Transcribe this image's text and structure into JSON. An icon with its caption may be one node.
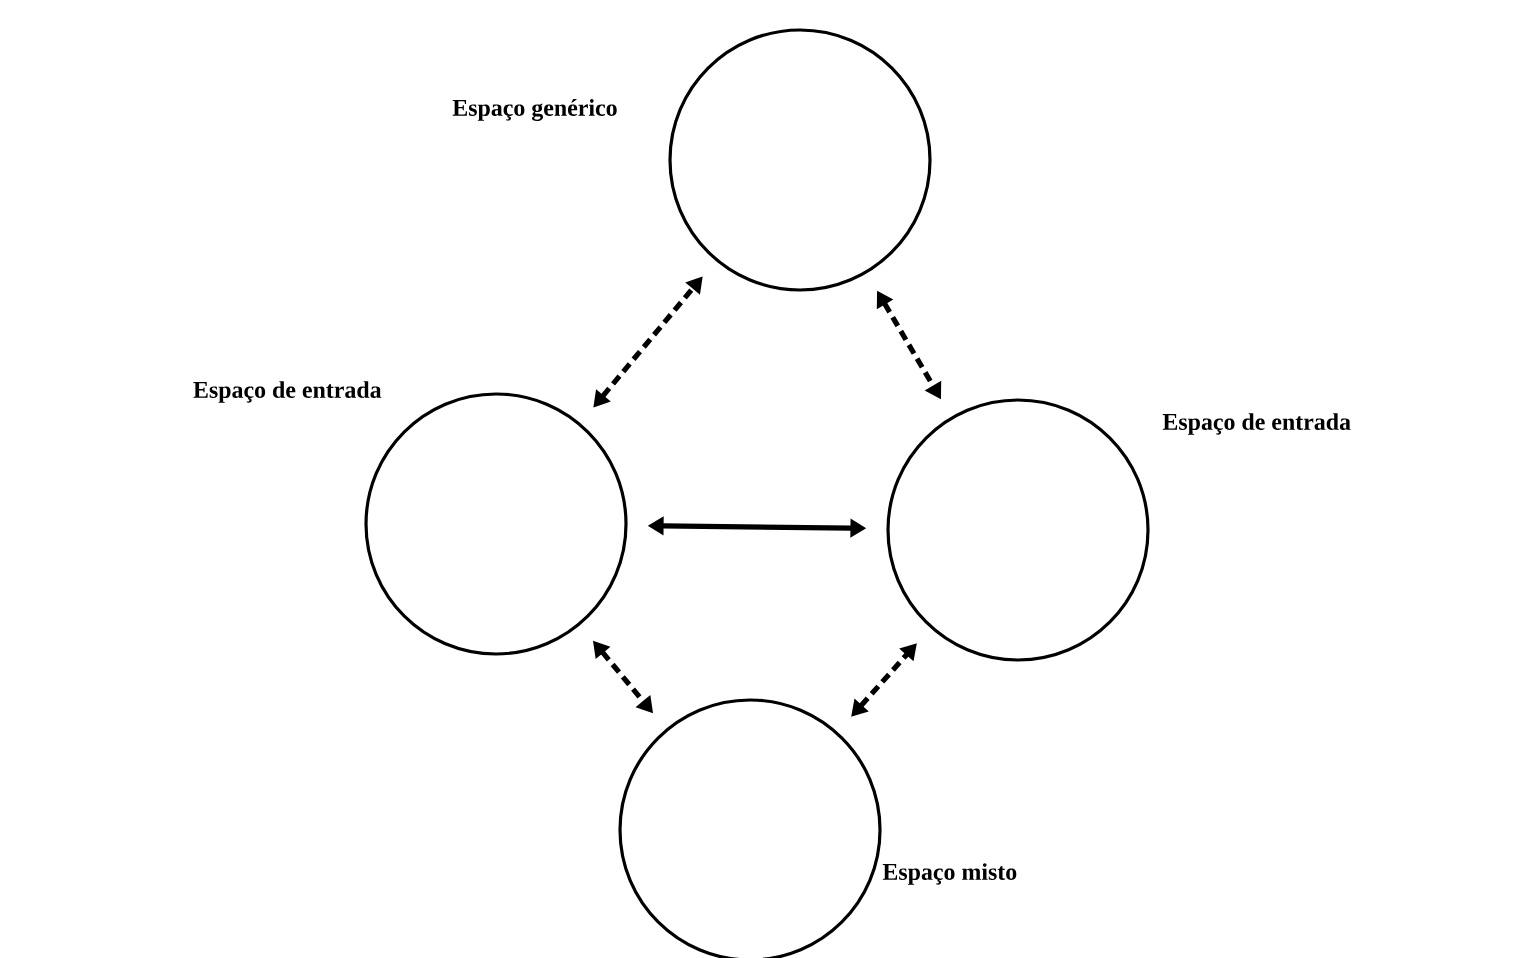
{
  "diagram": {
    "nodes": [
      {
        "text": [
          "Espaço genérico"
        ]
      },
      {
        "text": [
          "Espaço de entrada"
        ]
      },
      {
        "text": [
          "Espaço de entrada"
        ]
      },
      {
        "text": [
          "Espaço misto"
        ]
      }
    ],
    "edges": [
      {
        "from": 1,
        "to": 0,
        "arrow": "both",
        "style": "dashed"
      },
      {
        "from": 0,
        "to": 2,
        "arrow": "both",
        "style": "dashed"
      },
      {
        "from": 1,
        "to": 2,
        "arrow": "both"
      },
      {
        "from": 1,
        "to": 3,
        "arrow": "both",
        "style": "dashed"
      },
      {
        "from": 3,
        "to": 2,
        "arrow": "both",
        "style": "dashed"
      }
    ]
  }
}
